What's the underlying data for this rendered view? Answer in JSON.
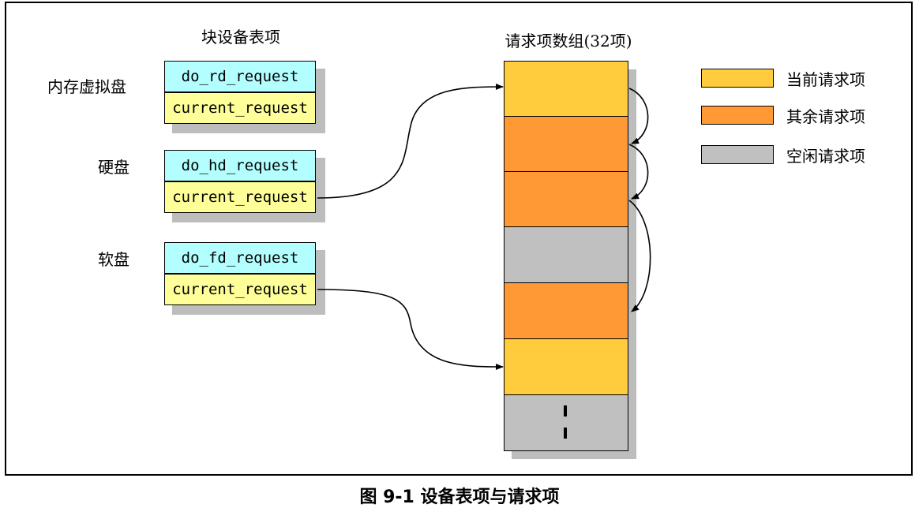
{
  "titles": {
    "device_table": "块设备表项",
    "request_array": "请求项数组(32项)"
  },
  "devices": [
    {
      "label": "内存虚拟盘",
      "func": "do_rd_request",
      "current": "current_request"
    },
    {
      "label": "硬盘",
      "func": "do_hd_request",
      "current": "current_request"
    },
    {
      "label": "软盘",
      "func": "do_fd_request",
      "current": "current_request"
    }
  ],
  "legend": [
    {
      "label": "当前请求项",
      "color": "#ffcc3e"
    },
    {
      "label": "其余请求项",
      "color": "#ff9933"
    },
    {
      "label": "空闲请求项",
      "color": "#c0c0c0"
    }
  ],
  "caption": "图 9-1  设备表项与请求项"
}
